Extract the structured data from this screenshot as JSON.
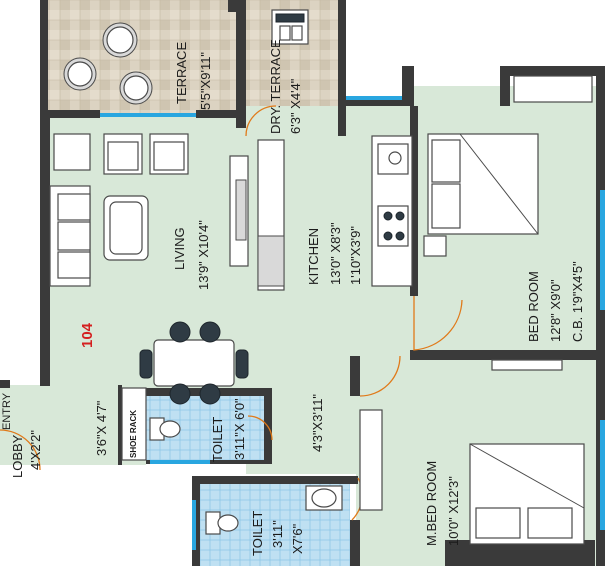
{
  "unit_number": "104",
  "colors": {
    "room_fill": "#d8e8d8",
    "terrace_fill": "#dcd3c2",
    "toilet_fill": "#bfe0f2",
    "wall": "#3a3a3a",
    "window": "#29a6e0",
    "door_swing": "#e07a1a",
    "unit_number": "#d42020"
  },
  "rooms": {
    "terrace": {
      "name": "TERRACE",
      "size": "5'5\"X9'11\""
    },
    "dry_terrace": {
      "name": "DRY. TERRACE",
      "size": "6'3\" X4'4\""
    },
    "living": {
      "name": "LIVING",
      "size": "13'9\" X10'4\""
    },
    "kitchen": {
      "name": "KITCHEN",
      "size": "13'0\" X8'3\"",
      "size2": "1'10\"X3'9\""
    },
    "bedroom": {
      "name": "BED ROOM",
      "size": "12'8\" X9'0\"",
      "size2": "C.B. 1'9\"X4'5\""
    },
    "m_bedroom": {
      "name": "M.BED ROOM",
      "size": "10'0\" X12'3\""
    },
    "toilet1": {
      "name": "TOILET",
      "size": "3'11\"X 6'0\""
    },
    "toilet2": {
      "name": "TOILET",
      "size": "3'11\"",
      "size2": "X7'6\""
    },
    "lobby": {
      "name": "LOBBY",
      "size": "4'X2'2\"",
      "partial": "ENTRY"
    },
    "passage1": {
      "size": "3'6\"X 4'7\""
    },
    "passage2": {
      "size": "4'3\"X3'11\""
    },
    "shoe_rack": {
      "name": "SHOE RACK"
    }
  }
}
